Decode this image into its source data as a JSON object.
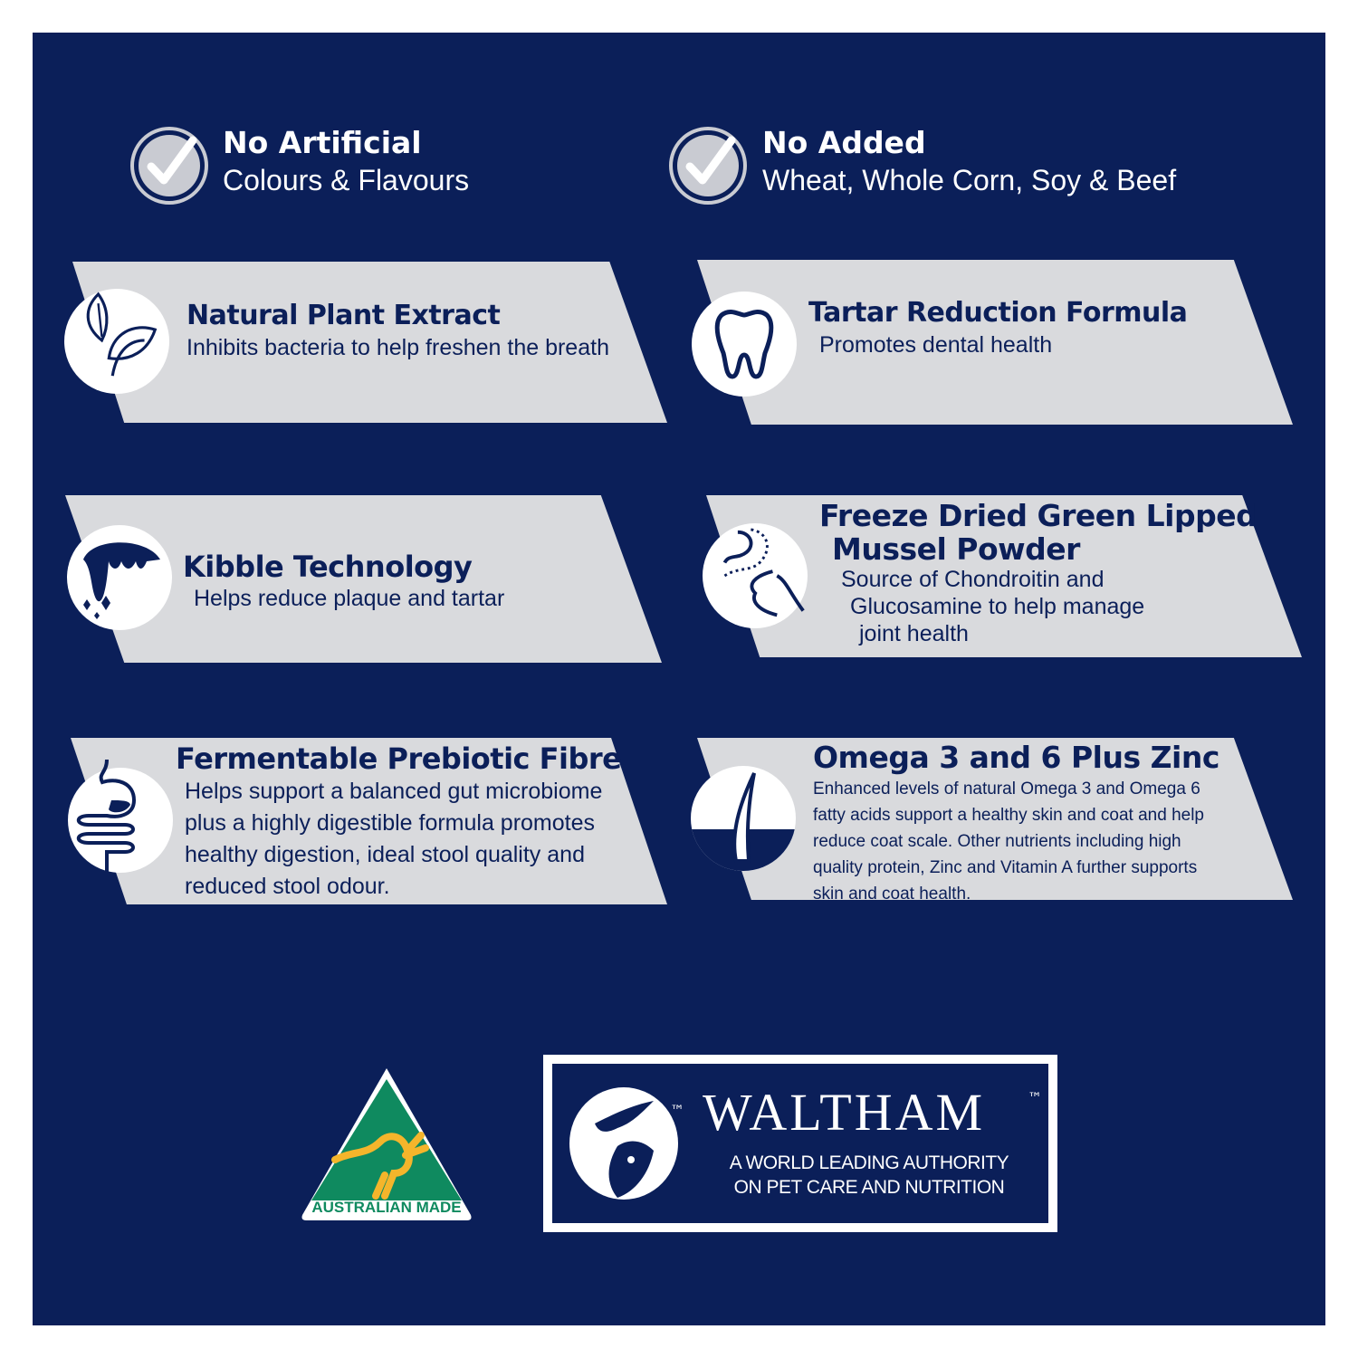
{
  "colors": {
    "background": "#0b1f59",
    "panel": "#d9dadd",
    "text": "#0b1f59",
    "aus_green": "#0f8a5f",
    "aus_gold": "#f4b52b"
  },
  "claims": [
    {
      "icon": "check-circle-icon",
      "title": "No Artificial",
      "subtitle": "Colours & Flavours"
    },
    {
      "icon": "check-circle-icon",
      "title": "No Added",
      "subtitle": "Wheat, Whole Corn, Soy & Beef"
    }
  ],
  "features": [
    {
      "icon": "leaf-icon",
      "title": "Natural Plant Extract",
      "body": [
        "Inhibits bacteria to help freshen the breath"
      ]
    },
    {
      "icon": "tooth-icon",
      "title": "Tartar Reduction Formula",
      "body": [
        "Promotes dental health"
      ]
    },
    {
      "icon": "kibble-teeth-icon",
      "title": "Kibble Technology",
      "body": [
        "Helps reduce plaque and tartar"
      ]
    },
    {
      "icon": "joint-icon",
      "title": [
        "Freeze Dried Green Lipped",
        "Mussel Powder"
      ],
      "body": [
        "Source of Chondroitin and",
        "Glucosamine to help manage",
        "joint health"
      ]
    },
    {
      "icon": "gut-icon",
      "title": "Fermentable Prebiotic Fibre",
      "body": [
        "Helps support a balanced gut microbiome",
        "plus a highly digestible formula promotes",
        "healthy digestion, ideal stool quality and",
        "reduced stool odour."
      ]
    },
    {
      "icon": "hair-follicle-icon",
      "title": "Omega 3 and 6 Plus Zinc",
      "body": [
        "Enhanced levels of natural Omega 3 and Omega 6",
        "fatty acids support a healthy skin and coat and help",
        "reduce coat scale. Other nutrients including high",
        "quality protein, Zinc and Vitamin A further supports",
        "skin and coat health."
      ]
    }
  ],
  "logos": {
    "australian_made": "AUSTRALIAN MADE",
    "waltham": {
      "name": "WALTHAM",
      "tm": "™",
      "tagline": [
        "A WORLD LEADING AUTHORITY",
        "ON PET CARE AND NUTRITION"
      ]
    }
  }
}
